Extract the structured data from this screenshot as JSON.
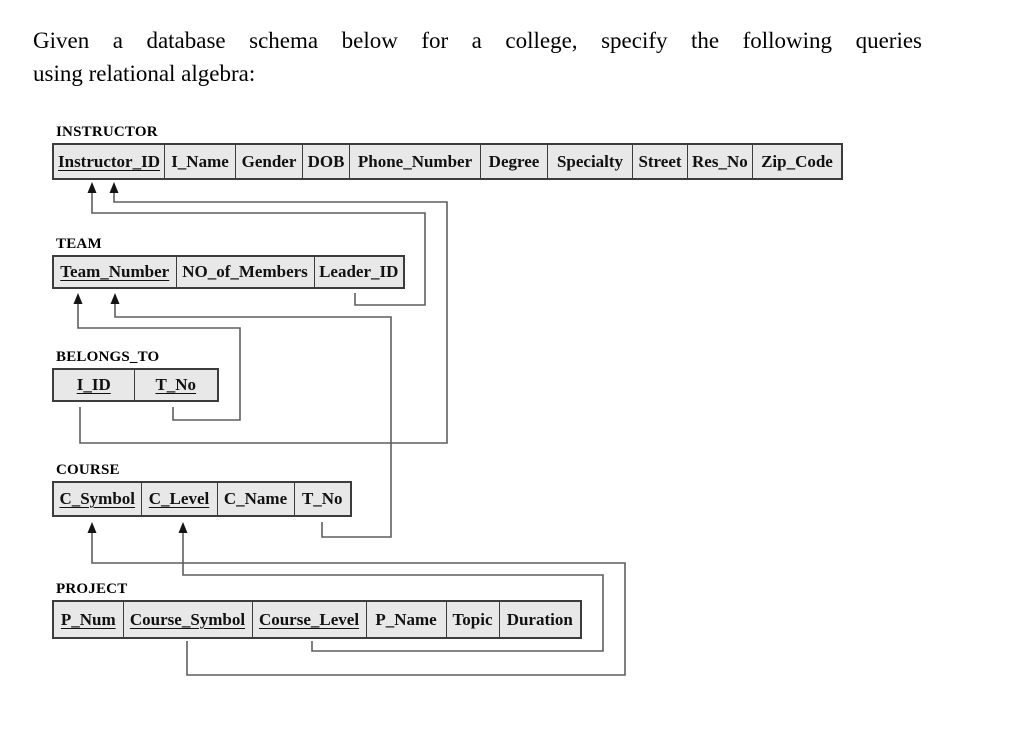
{
  "title": {
    "line1": "Given a database schema below for a college, specify the following queries",
    "line2": "using relational algebra:"
  },
  "tables": [
    {
      "name": "INSTRUCTOR",
      "columns": [
        {
          "label": "Instructor_ID",
          "pk": true
        },
        {
          "label": "I_Name",
          "pk": false
        },
        {
          "label": "Gender",
          "pk": false
        },
        {
          "label": "DOB",
          "pk": false
        },
        {
          "label": "Phone_Number",
          "pk": false
        },
        {
          "label": "Degree",
          "pk": false
        },
        {
          "label": "Specialty",
          "pk": false
        },
        {
          "label": "Street",
          "pk": false
        },
        {
          "label": "Res_No",
          "pk": false
        },
        {
          "label": "Zip_Code",
          "pk": false
        }
      ]
    },
    {
      "name": "TEAM",
      "columns": [
        {
          "label": "Team_Number",
          "pk": true
        },
        {
          "label": "NO_of_Members",
          "pk": false
        },
        {
          "label": "Leader_ID",
          "pk": false
        }
      ]
    },
    {
      "name": "BELONGS_TO",
      "columns": [
        {
          "label": "I_ID",
          "pk": true
        },
        {
          "label": "T_No",
          "pk": true
        }
      ]
    },
    {
      "name": "COURSE",
      "columns": [
        {
          "label": "C_Symbol",
          "pk": true
        },
        {
          "label": "C_Level",
          "pk": true
        },
        {
          "label": "C_Name",
          "pk": false
        },
        {
          "label": "T_No",
          "pk": false
        }
      ]
    },
    {
      "name": "PROJECT",
      "columns": [
        {
          "label": "P_Num",
          "pk": true
        },
        {
          "label": "Course_Symbol",
          "pk": true
        },
        {
          "label": "Course_Level",
          "pk": true
        },
        {
          "label": "P_Name",
          "pk": false
        },
        {
          "label": "Topic",
          "pk": false
        },
        {
          "label": "Duration",
          "pk": false
        }
      ]
    }
  ],
  "relationships": [
    {
      "from": "TEAM.Leader_ID",
      "to": "INSTRUCTOR.Instructor_ID"
    },
    {
      "from": "BELONGS_TO.I_ID",
      "to": "INSTRUCTOR.Instructor_ID"
    },
    {
      "from": "BELONGS_TO.T_No",
      "to": "TEAM.Team_Number"
    },
    {
      "from": "COURSE.T_No",
      "to": "TEAM.Team_Number"
    },
    {
      "from": "PROJECT.Course_Symbol",
      "to": "COURSE.C_Symbol"
    },
    {
      "from": "PROJECT.Course_Level",
      "to": "COURSE.C_Level"
    }
  ],
  "colors": {
    "cell_background": "#e8e8e8",
    "table_border": "#3c3c3c",
    "connector_line": "#5f5f5f",
    "arrowhead": "#141414"
  }
}
